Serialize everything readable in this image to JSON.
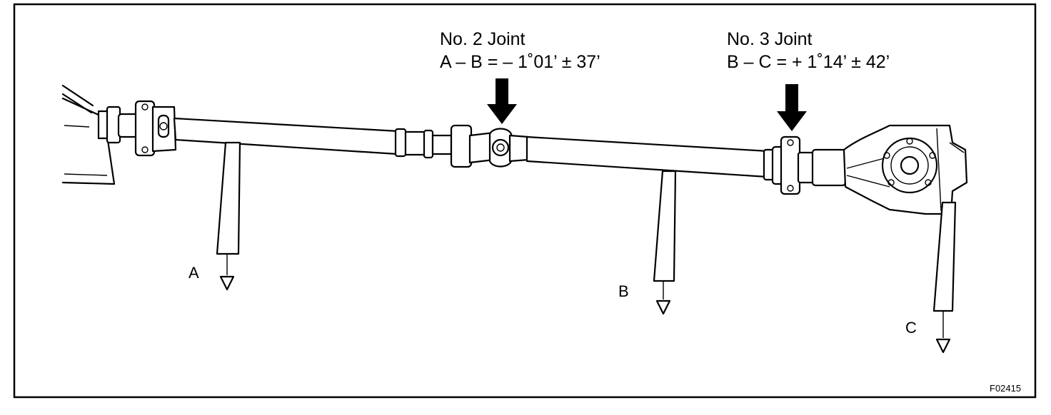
{
  "callouts": {
    "joint2": {
      "title": "No. 2 Joint",
      "formula": "A – B = – 1˚01’ ± 37’"
    },
    "joint3": {
      "title": "No. 3 Joint",
      "formula": "B – C = + 1˚14’ ± 42’"
    }
  },
  "gauges": {
    "a": "A",
    "b": "B",
    "c": "C"
  },
  "figure_id": "F02415"
}
